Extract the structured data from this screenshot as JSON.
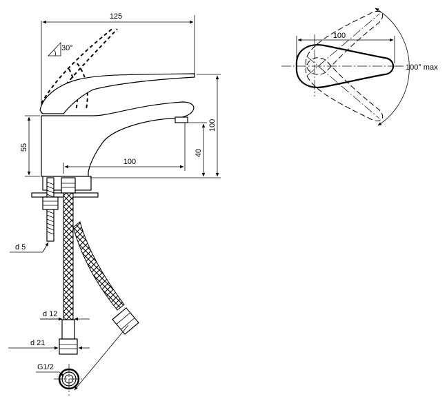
{
  "dimensions": {
    "overall_length": "125",
    "lever_angle": "30°",
    "spout_reach": "100",
    "spout_height": "40",
    "total_height": "100",
    "body_height": "55",
    "stud_diameter": "d 5",
    "hose_diameter": "d 12",
    "nut_diameter": "d 21",
    "thread": "G1/2",
    "handle_length": "100",
    "rotation": "100° max"
  }
}
